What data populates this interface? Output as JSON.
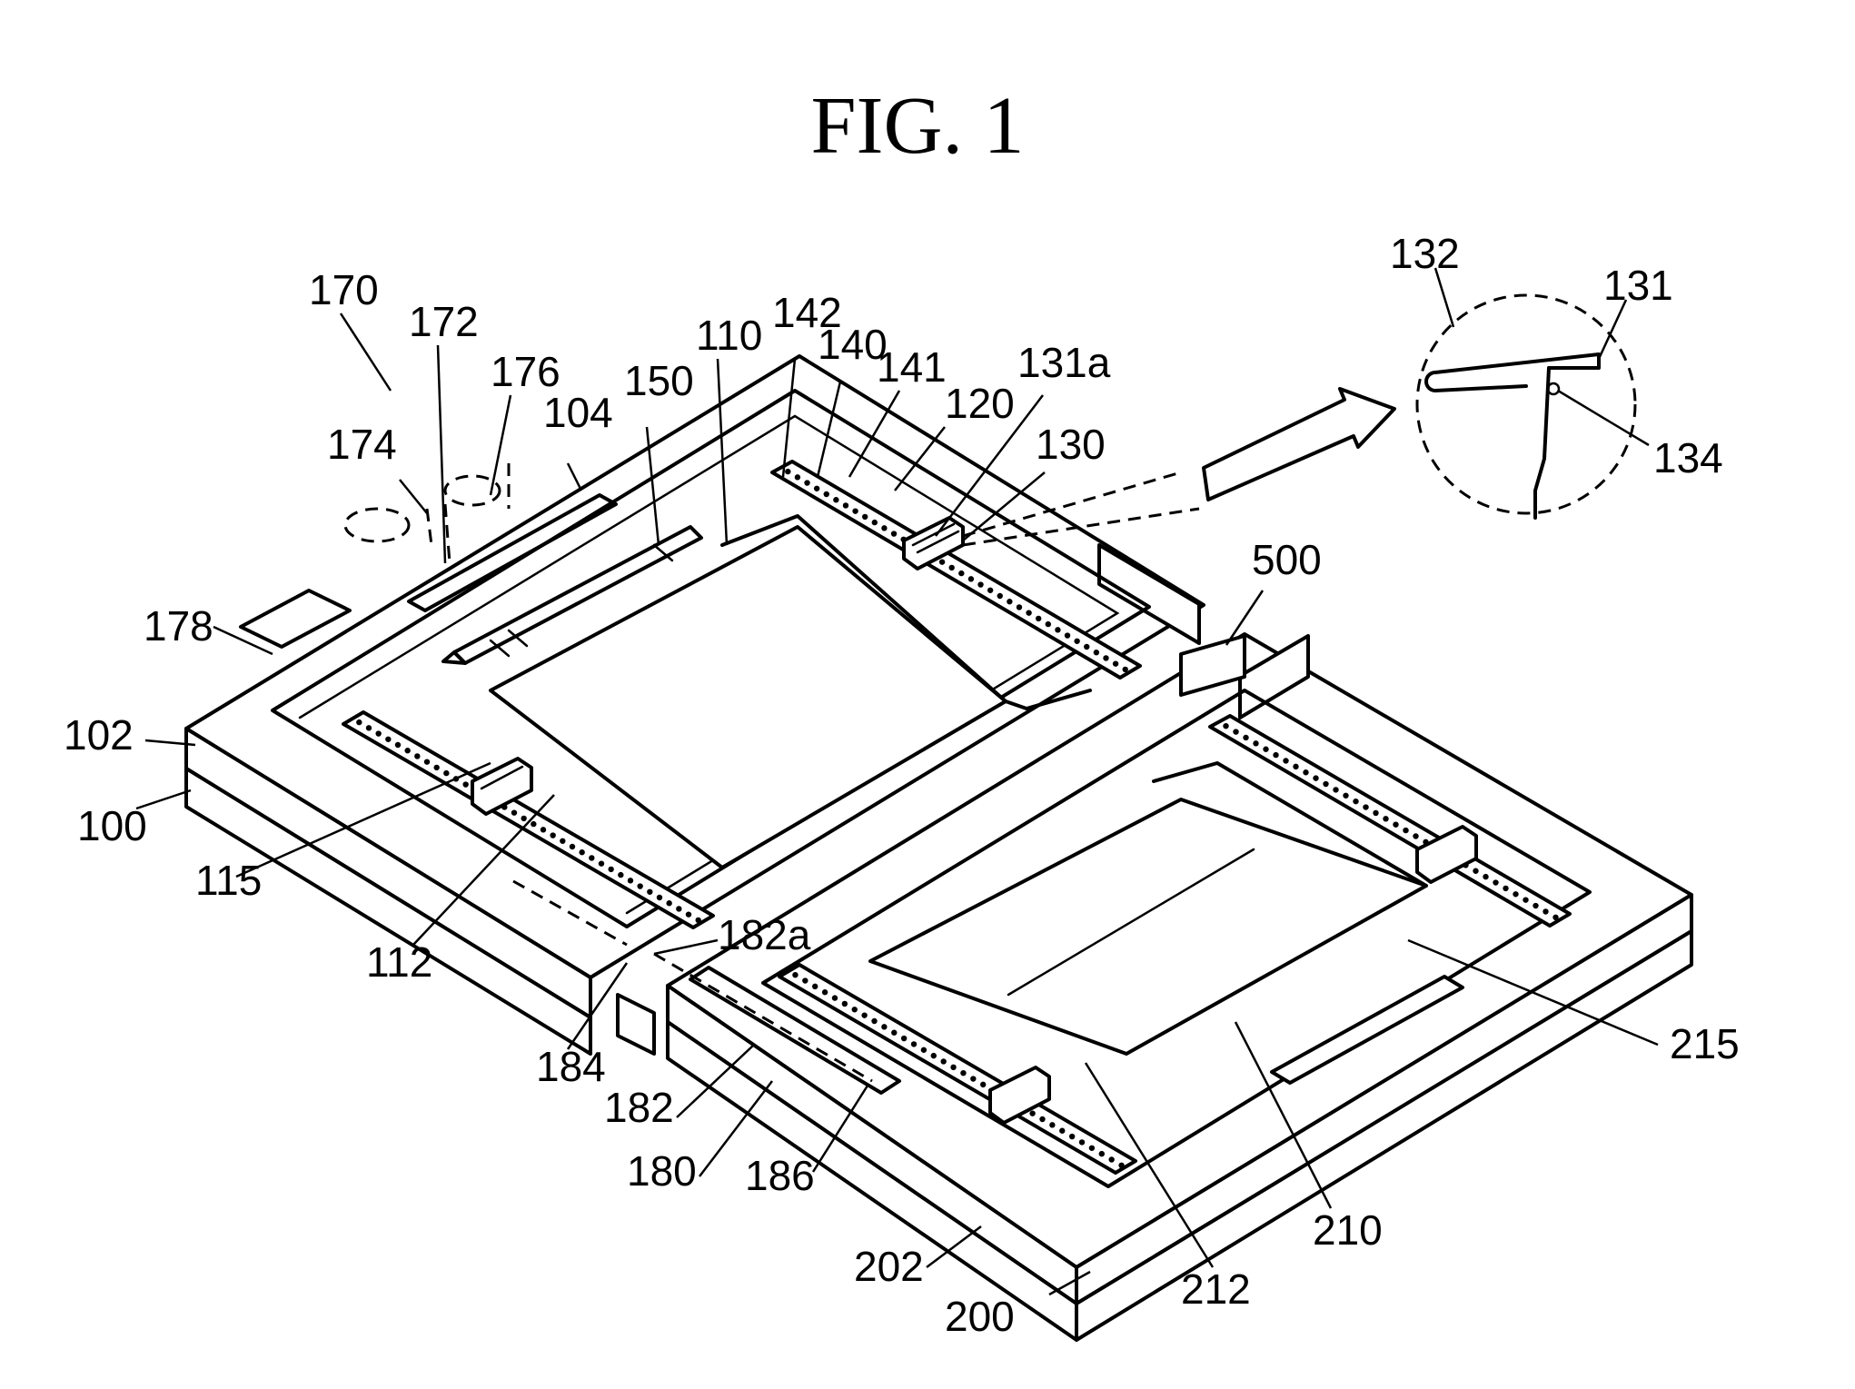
{
  "figure": {
    "title": "FIG. 1",
    "reference_numerals": {
      "r170": "170",
      "r172": "172",
      "r176": "176",
      "r174": "174",
      "r104": "104",
      "r150": "150",
      "r110": "110",
      "r142": "142",
      "r140": "140",
      "r141": "141",
      "r120": "120",
      "r131a": "131a",
      "r130": "130",
      "r132": "132",
      "r131": "131",
      "r134": "134",
      "r500": "500",
      "r178": "178",
      "r102": "102",
      "r100": "100",
      "r115": "115",
      "r112": "112",
      "r182a": "182a",
      "r184": "184",
      "r182": "182",
      "r180": "180",
      "r186": "186",
      "r202": "202",
      "r200": "200",
      "r212": "212",
      "r210": "210",
      "r215": "215"
    }
  }
}
